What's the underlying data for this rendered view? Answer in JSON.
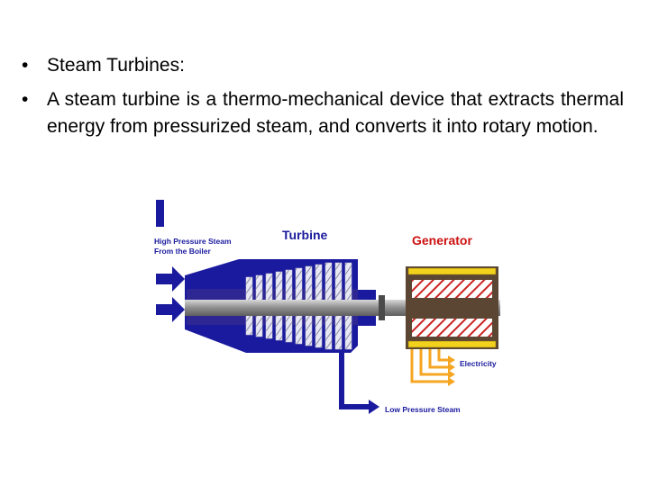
{
  "slide": {
    "bullets": [
      {
        "marker": "•",
        "text": "Steam Turbines:"
      },
      {
        "marker": "•",
        "text": "A steam turbine is a thermo-mechanical device that extracts thermal energy from pressurized steam, and converts it into rotary motion."
      }
    ]
  },
  "diagram": {
    "labels": {
      "inlet_line1": "High Pressure Steam",
      "inlet_line2": "From the Boiler",
      "turbine": "Turbine",
      "generator": "Generator",
      "electricity": "Electricity",
      "outlet": "Low Pressure Steam"
    },
    "colors": {
      "steam_blue": "#1a1a9e",
      "turbine_label": "#1a1a9e",
      "generator_label": "#cc1111",
      "electricity_arrows": "#f5a623",
      "generator_casing": "#5a4632",
      "generator_coils": "#cc2222",
      "shaft": "#9a9a9a"
    }
  }
}
